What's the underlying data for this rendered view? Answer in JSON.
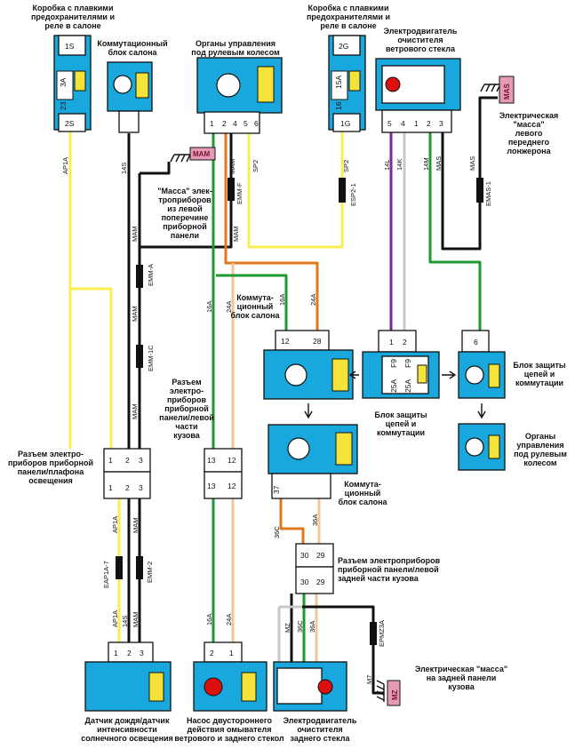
{
  "labels": {
    "fusebox_left": "Коробка с плавкими\nпредохранителями и\nреле в салоне",
    "switch_unit_top": "Коммутационный\nблок салона",
    "steering_controls_top": "Органы управления\nпод рулевым колесом",
    "fusebox_right": "Коробка с плавкими\nпредохранителями и\nреле в салоне",
    "wiper_motor_front": "Электродвигатель\nочистителя\nветрового стекла",
    "ground_left_spar": "Электрическая\n\"масса\"\nлевого\nпереднего\nлонжерона",
    "ground_dash": "\"Масса\" элек-\nтроприборов\nиз левой\nпоперечине\nприборной\nпанели",
    "switch_unit_mid": "Коммута-\nционный\nблок салона",
    "protection_right": "Блок защиты\nцепей и\nкоммутации",
    "protection_mid": "Блок защиты\nцепей и\nкоммутации",
    "steering_controls_bottom": "Органы\nуправления\nпод рулевым\nколесом",
    "connector_dash_body": "Разъем\nэлектро-\nприборов\nприборной\nпанели/левой\nчасти\nкузова",
    "connector_dash_lamp": "Разъем электро-\nприборов приборной\nпанели/плафона\nосвещения",
    "switch_unit_low": "Коммута-\nционный\nблок салона",
    "connector_rear": "Разъем электроприборов\nприборной панели/левой\nзадней части кузова",
    "ground_rear": "Электрическая \"масса\"\nна задней панели\nкузова",
    "rain_sensor": "Датчик дождя/датчик\nинтенсивности\nсолнечного освещения",
    "washer_pump": "Насос двустороннего\nдействия омывателя\nветрового и заднего стекол",
    "wiper_motor_rear": "Электродвигатель\nочистителя\nзаднего стекла"
  },
  "ground_tags": {
    "mam": "MAM",
    "mas": "MAS",
    "mz": "MZ"
  },
  "fuse_left": {
    "top_pin": "1S",
    "bottom_pin": "2S",
    "rating": "3A",
    "number": "23"
  },
  "fuse_right": {
    "top_pin": "2G",
    "bottom_pin": "1G",
    "rating": "15A",
    "number": "16"
  },
  "steering_pins": [
    "1",
    "2",
    "4",
    "5",
    "6"
  ],
  "wiper_pins": [
    "5",
    "4",
    "1",
    "2",
    "3"
  ],
  "prot_fuses": {
    "f1": "F9",
    "f2": "F9",
    "r1": "25A",
    "r2": "25A"
  },
  "wires": {
    "ap1a": "AP1A",
    "s14": "14S",
    "mam": "MAM",
    "emmf": "EMM-F",
    "sp2": "SP2",
    "esp21": "ESP2-1",
    "l14": "14L",
    "k14": "14K",
    "m14": "14M",
    "mas": "MAS",
    "emas1": "EMAS-1",
    "emma": "EMM-A",
    "emm1c": "EMM-1C",
    "a16": "16A",
    "a24": "24A",
    "eap17": "EAP1A-7",
    "emm2": "EMM-2",
    "c36": "36C",
    "a36": "36A",
    "mz": "MZ",
    "epmz3a": "EPMZ3A",
    "m7": "M7"
  },
  "pins": {
    "p12": "12",
    "p28": "28",
    "p1": "1",
    "p2": "2",
    "p6": "6",
    "p13": "13",
    "p37": "37",
    "p30": "30",
    "p29": "29",
    "p3": "3"
  },
  "colors": {
    "module_fill": "#19a8dd",
    "fuse_fill": "#f5e33a",
    "yellow_wire": "#f8ee50",
    "green_wire": "#1e9a32",
    "orange_wire": "#e0781e",
    "purple_wire": "#7a2a90",
    "peach_wire": "#f3c49a",
    "black_wire": "#111111",
    "ground_tag": "#e59bb6",
    "red_lamp": "#dd1010"
  }
}
